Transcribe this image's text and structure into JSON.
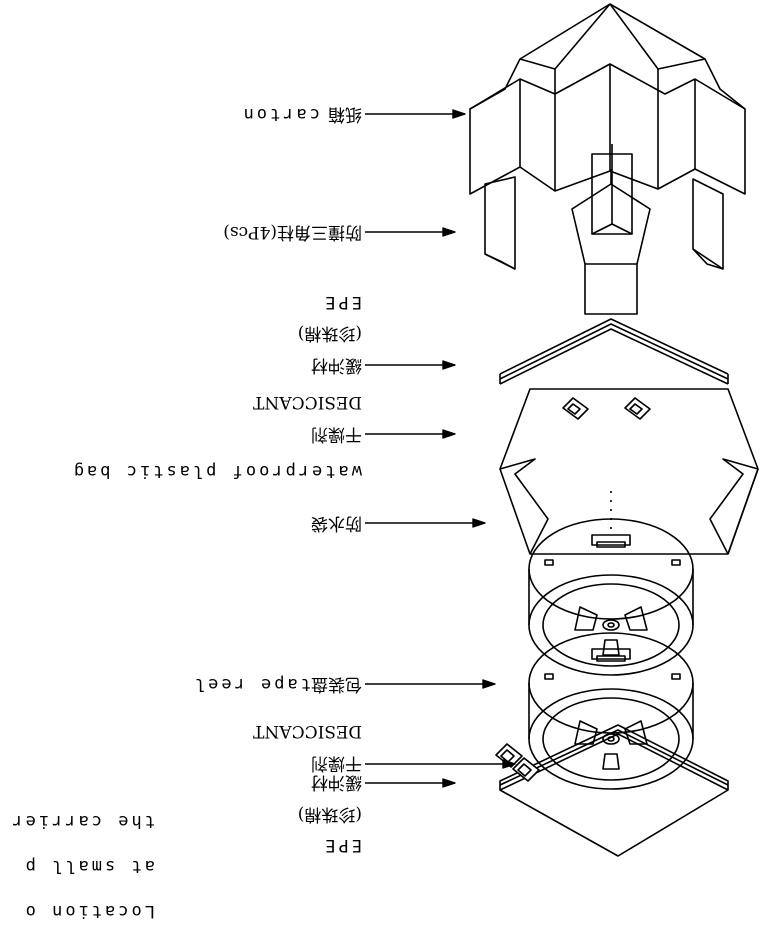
{
  "labels": {
    "cushion_top": "緩沖材",
    "pearl_cotton_top": "(珍珠棉)",
    "epe_top": "EPE",
    "desiccant_top_cn": "干燥剂",
    "desiccant_top_en": "DESICCANT",
    "waterproof_bag_en": "waterproof plastic bag",
    "waterproof_bag_cn": "防水袋",
    "reel_cn": "包装盘",
    "reel_en": "tape reel",
    "desiccant_bottom_cn": "干燥剂",
    "desiccant_bottom_en": "DESICCANT",
    "epe_bottom": "EPE",
    "pearl_cotton_bottom": "(珍珠棉)",
    "cushion_bottom": "緩沖材",
    "corner_cn": "防撞三角柱",
    "corner_en": "(4Pcs)",
    "carton_cn": "纸箱",
    "carton_en": "carton",
    "note_line1": "Location o",
    "note_line2": "at small p",
    "note_line3": "the carrier"
  }
}
